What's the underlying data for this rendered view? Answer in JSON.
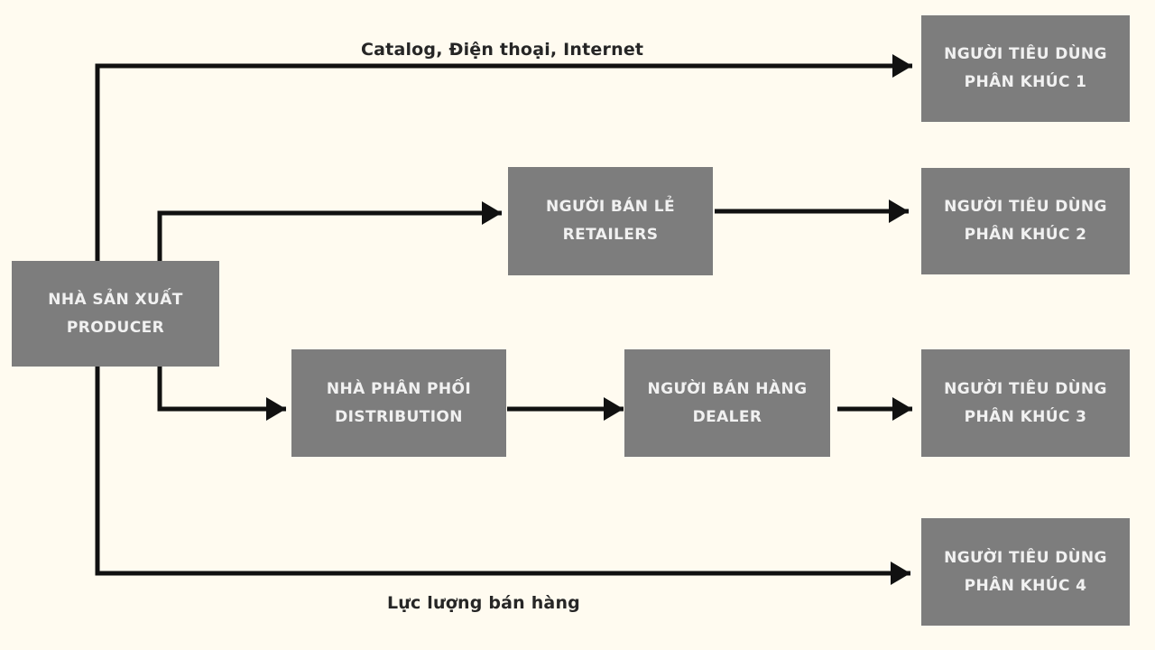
{
  "theme": {
    "background": "#FFFBF0",
    "box_fill": "#7D7D7D",
    "box_text": "#F1F1F1",
    "line_color": "#111111",
    "label_text": "#262626"
  },
  "labels": {
    "top": "Catalog, Điện thoại, Internet",
    "bottom": "Lực lượng bán hàng"
  },
  "nodes": {
    "producer": {
      "line1": "NHÀ SẢN XUẤT",
      "line2": "PRODUCER"
    },
    "retailers": {
      "line1": "NGƯỜI BÁN LẺ",
      "line2": "RETAILERS"
    },
    "distribution": {
      "line1": "NHÀ PHÂN PHỐI",
      "line2": "DISTRIBUTION"
    },
    "dealer": {
      "line1": "NGƯỜI BÁN HÀNG",
      "line2": "DEALER"
    },
    "segment1": {
      "line1": "NGƯỜI TIÊU DÙNG",
      "line2": "PHÂN KHÚC 1"
    },
    "segment2": {
      "line1": "NGƯỜI TIÊU DÙNG",
      "line2": "PHÂN KHÚC 2"
    },
    "segment3": {
      "line1": "NGƯỜI TIÊU DÙNG",
      "line2": "PHÂN KHÚC 3"
    },
    "segment4": {
      "line1": "NGƯỜI TIÊU DÙNG",
      "line2": "PHÂN KHÚC 4"
    }
  },
  "edges": [
    {
      "from": "producer",
      "to": "segment1",
      "label": "Catalog, Điện thoại, Internet"
    },
    {
      "from": "producer",
      "to": "retailers"
    },
    {
      "from": "producer",
      "to": "distribution"
    },
    {
      "from": "producer",
      "to": "segment4",
      "label": "Lực lượng bán hàng"
    },
    {
      "from": "retailers",
      "to": "segment2"
    },
    {
      "from": "distribution",
      "to": "dealer"
    },
    {
      "from": "dealer",
      "to": "segment3"
    }
  ]
}
